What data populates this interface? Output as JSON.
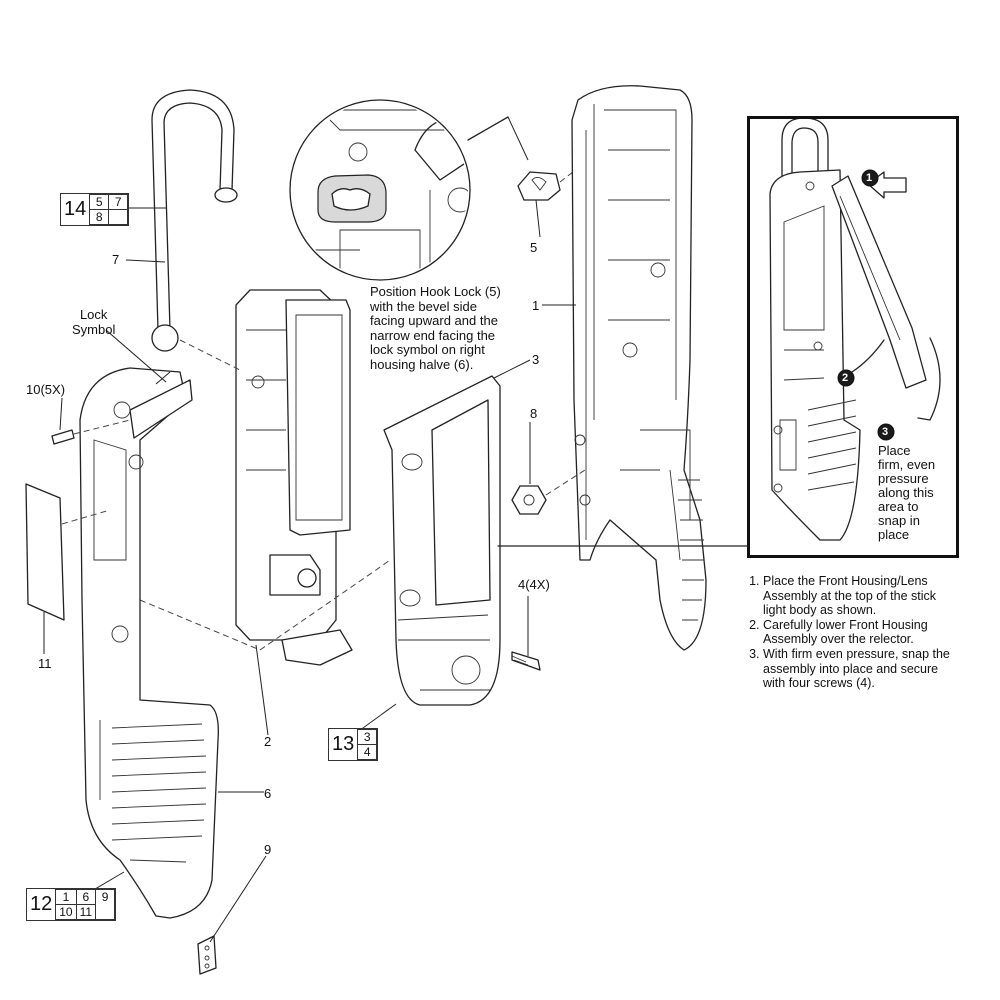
{
  "labels": {
    "p1": "1",
    "p2": "2",
    "p3": "3",
    "p4": "4(4X)",
    "p5": "5",
    "p6": "6",
    "p7": "7",
    "p8": "8",
    "p9": "9",
    "p10": "10(5X)",
    "p11": "11",
    "lock_symbol_line1": "Lock",
    "lock_symbol_line2": "Symbol"
  },
  "kits": {
    "k14": {
      "number": "14",
      "cells": [
        "5",
        "7",
        "8"
      ]
    },
    "k13": {
      "number": "13",
      "cells": [
        "3",
        "4"
      ]
    },
    "k12": {
      "number": "12",
      "cells": [
        "1",
        "6",
        "9",
        "10",
        "11"
      ]
    }
  },
  "hook_note": [
    "Position Hook Lock (5)",
    "with the bevel side",
    "facing upward and the",
    "narrow end facing the",
    "lock symbol on right",
    "housing halve (6)."
  ],
  "inset": {
    "callout_1": "1",
    "callout_2": "2",
    "callout_3": "3",
    "pressure_note": [
      "Place",
      "firm, even",
      "pressure",
      "along this",
      "area to",
      "snap in",
      "place"
    ]
  },
  "steps": [
    "Place the Front Housing/Lens Assembly at the top of the stick light body as shown.",
    "Carefully lower Front Housing Assembly over the relector.",
    "With firm even pressure, snap the assembly into place and secure with four screws (4)."
  ],
  "colors": {
    "line": "#222222",
    "background": "#ffffff",
    "gasket_gray": "#c8c8c8"
  }
}
